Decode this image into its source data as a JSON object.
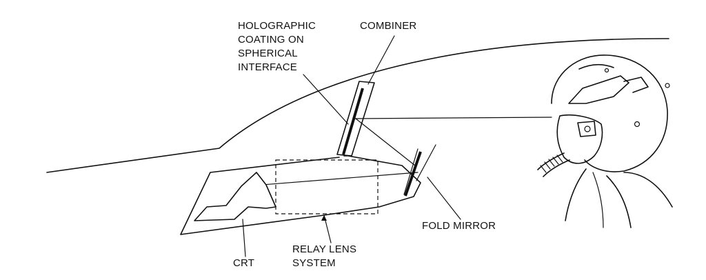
{
  "labels": {
    "holographic": [
      "HOLOGRAPHIC",
      "COATING ON",
      "SPHERICAL",
      "INTERFACE"
    ],
    "combiner": "COMBINER",
    "fold_mirror": "FOLD MIRROR",
    "crt": "CRT",
    "relay": [
      "RELAY LENS",
      "SYSTEM"
    ]
  }
}
